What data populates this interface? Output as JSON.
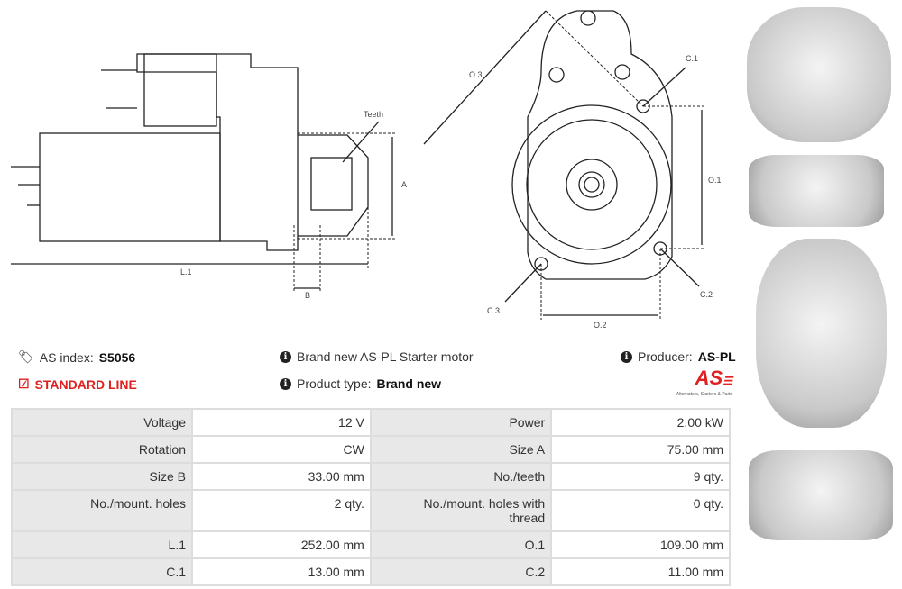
{
  "diagram": {
    "teeth": "Teeth",
    "A": "A",
    "B": "B",
    "L1": "L.1",
    "O3": "O.3",
    "C1": "C.1",
    "O1": "O.1",
    "C2": "C.2",
    "C3": "C.3",
    "O2": "O.2"
  },
  "info": {
    "as_index_label": "AS index:",
    "as_index_value": "S5056",
    "standard_line": "STANDARD LINE",
    "description": "Brand new AS-PL Starter motor",
    "product_type_label": "Product type:",
    "product_type_value": "Brand new",
    "producer_label": "Producer:",
    "producer_value": "AS-PL",
    "logo_text": "AS",
    "logo_tagline": "Alternators, Starters & Parts"
  },
  "colors": {
    "accent": "#e02020"
  },
  "specs": [
    [
      {
        "k": "Voltage",
        "v": "12 V"
      },
      {
        "k": "Power",
        "v": "2.00 kW"
      }
    ],
    [
      {
        "k": "Rotation",
        "v": "CW"
      },
      {
        "k": "Size A",
        "v": "75.00 mm"
      }
    ],
    [
      {
        "k": "Size B",
        "v": "33.00 mm"
      },
      {
        "k": "No./teeth",
        "v": "9 qty."
      }
    ],
    [
      {
        "k": "No./mount. holes",
        "v": "2 qty."
      },
      {
        "k": "No./mount. holes with thread",
        "v": "0 qty."
      }
    ],
    [
      {
        "k": "L.1",
        "v": "252.00 mm"
      },
      {
        "k": "O.1",
        "v": "109.00 mm"
      }
    ],
    [
      {
        "k": "C.1",
        "v": "13.00 mm"
      },
      {
        "k": "C.2",
        "v": "11.00 mm"
      }
    ]
  ]
}
